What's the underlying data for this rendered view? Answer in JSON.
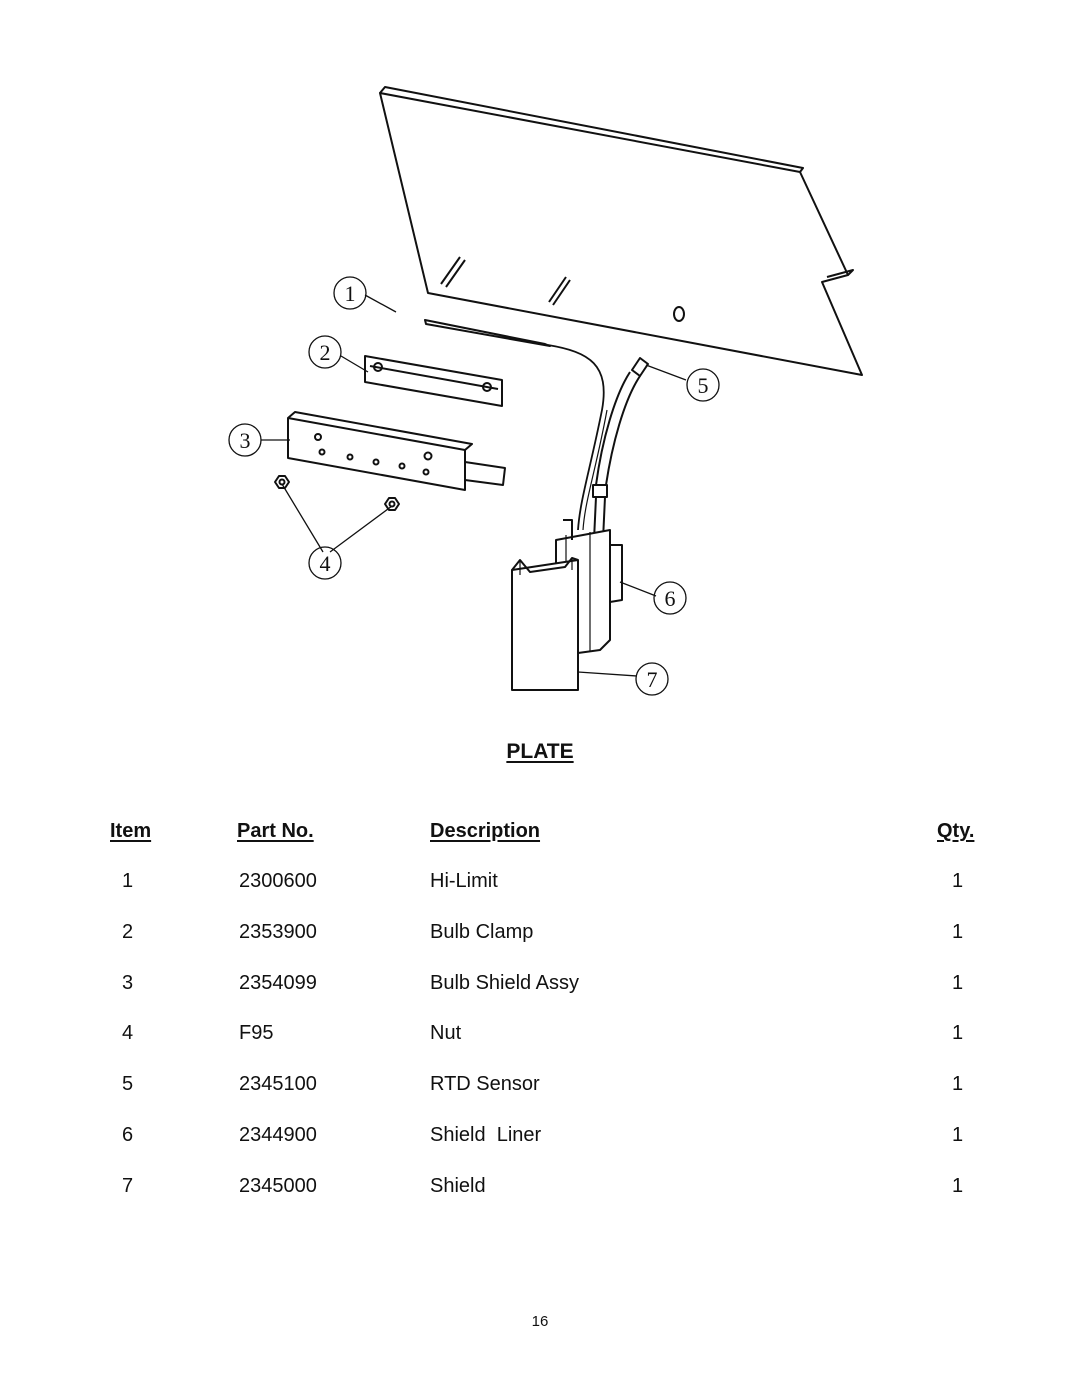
{
  "diagram": {
    "callouts": [
      "1",
      "2",
      "3",
      "4",
      "5",
      "6",
      "7"
    ]
  },
  "title": "PLATE",
  "table": {
    "headers": {
      "item": "Item",
      "part_no": "Part No.",
      "description": "Description",
      "qty": "Qty."
    },
    "rows": [
      {
        "item": "1",
        "part_no": "2300600",
        "description": "Hi-Limit",
        "qty": "1"
      },
      {
        "item": "2",
        "part_no": "2353900",
        "description": "Bulb Clamp",
        "qty": "1"
      },
      {
        "item": "3",
        "part_no": "2354099",
        "description": "Bulb Shield Assy",
        "qty": "1"
      },
      {
        "item": "4",
        "part_no": "F95",
        "description": "Nut",
        "qty": "1"
      },
      {
        "item": "5",
        "part_no": "2345100",
        "description": "RTD Sensor",
        "qty": "1"
      },
      {
        "item": "6",
        "part_no": "2344900",
        "description": "Shield  Liner",
        "qty": "1"
      },
      {
        "item": "7",
        "part_no": "2345000",
        "description": "Shield",
        "qty": "1"
      }
    ]
  },
  "page_number": "16"
}
